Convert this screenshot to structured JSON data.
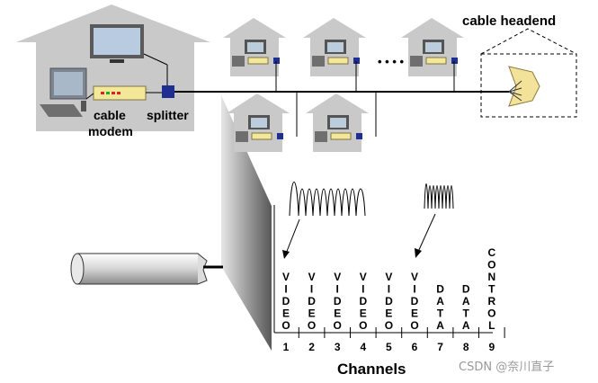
{
  "labels": {
    "cable_headend": "cable headend",
    "cable": "cable",
    "modem": "modem",
    "splitter": "splitter",
    "ellipsis": "• • • •",
    "channels_title": "Channels",
    "watermark": "CSDN @奈川直子"
  },
  "channels": [
    {
      "number": "1",
      "text": "VIDEO"
    },
    {
      "number": "2",
      "text": "VIDEO"
    },
    {
      "number": "3",
      "text": "VIDEO"
    },
    {
      "number": "4",
      "text": "VIDEO"
    },
    {
      "number": "5",
      "text": "VIDEO"
    },
    {
      "number": "6",
      "text": "VIDEO"
    },
    {
      "number": "7",
      "text": "DATA"
    },
    {
      "number": "8",
      "text": "DATA"
    },
    {
      "number": "9",
      "text": "CONTROL"
    }
  ],
  "colors": {
    "house": "#c9c9c9",
    "modem": "#f3e79a",
    "splitter": "#1f2f8f",
    "headend": "#f2e29a",
    "line": "#000000"
  }
}
